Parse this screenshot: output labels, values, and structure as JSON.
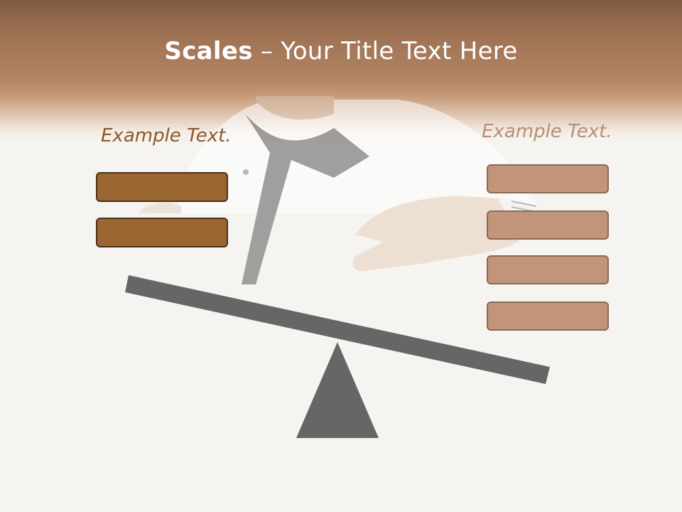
{
  "title": {
    "bold": "Scales",
    "rest": " – Your Title Text Here"
  },
  "left": {
    "label": "Example Text.",
    "boxes": 2
  },
  "right": {
    "label": "Example Text.",
    "boxes": 4
  },
  "colors": {
    "header_top": "#7e5a40",
    "header_mid": "#b28463",
    "left_box": "#9a6632",
    "right_box": "#c2957a",
    "beam": "#666666"
  }
}
